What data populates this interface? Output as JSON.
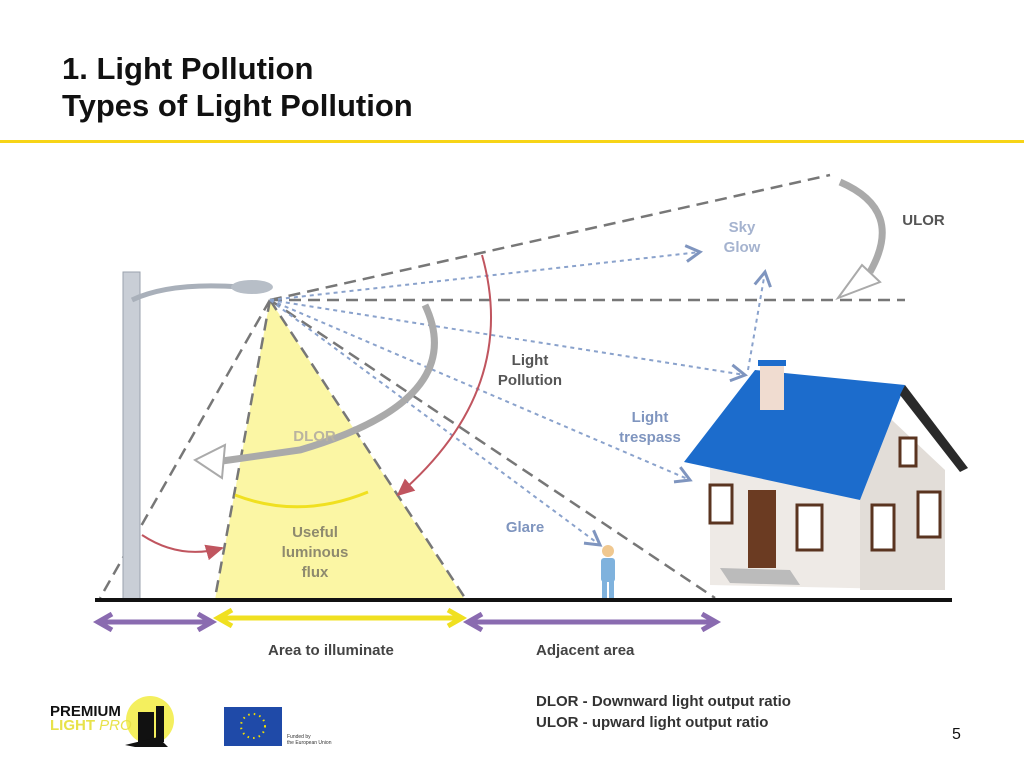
{
  "title": {
    "line1": "1. Light Pollution",
    "line2": "Types of Light Pollution"
  },
  "diagram": {
    "ulor": "ULOR",
    "sky_glow_1": "Sky",
    "sky_glow_2": "Glow",
    "light_pollution_1": "Light",
    "light_pollution_2": "Pollution",
    "light_trespass_1": "Light",
    "light_trespass_2": "trespass",
    "dlor": "DLOR",
    "glare": "Glare",
    "useful_1": "Useful",
    "useful_2": "luminous",
    "useful_3": "flux",
    "area_to_illuminate": "Area to illuminate",
    "adjacent_area": "Adjacent area"
  },
  "legend": {
    "dlor": "DLOR - Downward light output ratio",
    "ulor": "ULOR - upward light output ratio"
  },
  "footer": {
    "logo_line1": "PREMIUM",
    "logo_line2a": "LIGHT",
    "logo_line2b": "PRO",
    "eu_text_1": "Funded by",
    "eu_text_2": "the European Union",
    "page_number": "5"
  },
  "colors": {
    "accent": "#f7d417",
    "cone": "#fbf6a4",
    "arrow_purple": "#8a6bb0",
    "arrow_yellow": "#f0e020",
    "roof": "#1c6ccc",
    "red_arc": "#c0555f"
  }
}
